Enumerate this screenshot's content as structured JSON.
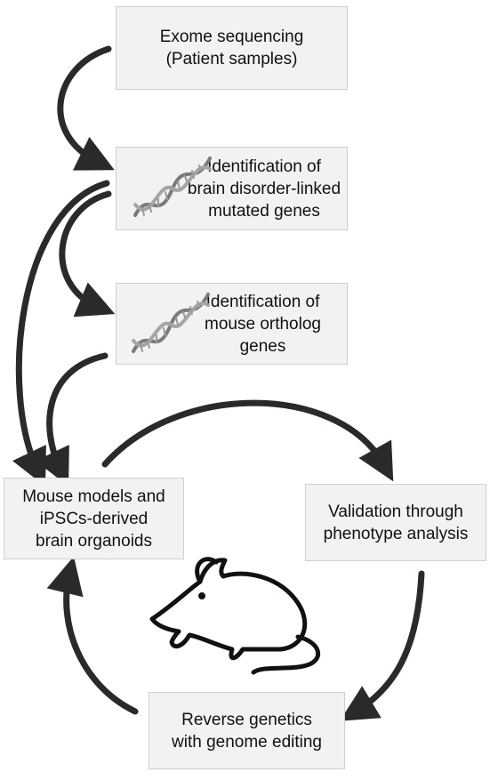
{
  "boxes": {
    "exome": "Exome sequencing\n(Patient samples)",
    "identification_disorder": "Identification of\nbrain disorder-linked\nmutated genes",
    "identification_ortholog": "Identification of\nmouse ortholog genes",
    "mouse_models": "Mouse models and\niPSCs-derived\nbrain organoids",
    "validation": "Validation through\nphenotype analysis",
    "reverse_genetics": "Reverse genetics\nwith genome editing"
  },
  "colors": {
    "arrow": "#2a2a2a",
    "box_fill": "#f2f2f2",
    "box_border": "#cfcfcf",
    "dna": "#8a8a8a"
  },
  "icons": [
    "dna-helix-icon",
    "dna-helix-icon",
    "mouse-icon"
  ]
}
